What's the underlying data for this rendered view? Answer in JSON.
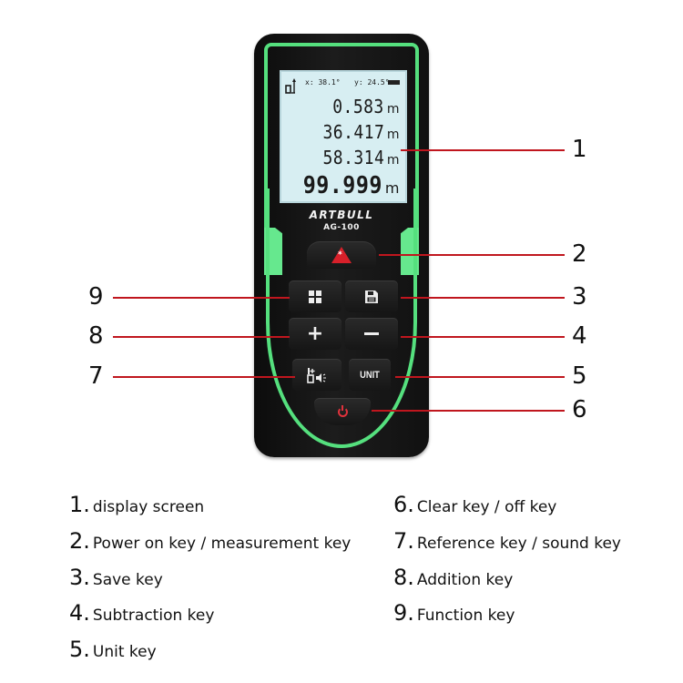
{
  "device": {
    "brand": "ARTBULL",
    "model": "AG-100",
    "colors": {
      "body": "#141414",
      "accent_green": "#55e07e",
      "screen_bg": "#d7eef2",
      "measure_key_red": "#d8202a"
    },
    "screen": {
      "angle_x": "x: 38.1°",
      "angle_y": "y: 24.5°",
      "battery": "battery-full-icon",
      "readings": [
        {
          "value": "0.583",
          "unit": "m"
        },
        {
          "value": "36.417",
          "unit": "m"
        },
        {
          "value": "58.314",
          "unit": "m"
        },
        {
          "value": "99.999",
          "unit": "m"
        }
      ]
    },
    "keys": {
      "measure_symbol": "*",
      "unit_label": "UNIT",
      "plus_symbol": "+"
    }
  },
  "callouts": {
    "color": "#c0161e",
    "right": [
      "1",
      "2",
      "3",
      "4",
      "5",
      "6"
    ],
    "left": [
      "9",
      "8",
      "7"
    ]
  },
  "legend": [
    {
      "num": "1.",
      "text": "display screen"
    },
    {
      "num": "2.",
      "text": "Power on key / measurement key"
    },
    {
      "num": "3.",
      "text": "Save key"
    },
    {
      "num": "4.",
      "text": "Subtraction key"
    },
    {
      "num": "5.",
      "text": "Unit key"
    },
    {
      "num": "6.",
      "text": "Clear key / off key"
    },
    {
      "num": "7.",
      "text": "Reference key / sound key"
    },
    {
      "num": "8.",
      "text": "Addition key"
    },
    {
      "num": "9.",
      "text": "Function key"
    }
  ]
}
